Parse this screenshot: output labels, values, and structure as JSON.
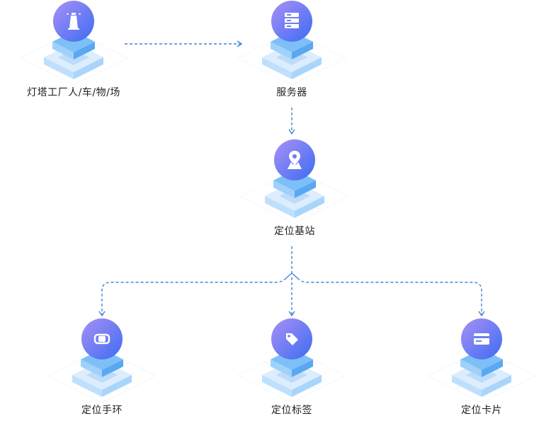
{
  "nodes": {
    "lighthouse": {
      "label": "灯塔工厂人/车/物/场",
      "icon": "lighthouse-icon"
    },
    "server": {
      "label": "服务器",
      "icon": "server-icon"
    },
    "base_station": {
      "label": "定位基站",
      "icon": "location-pin-icon"
    },
    "wristband": {
      "label": "定位手环",
      "icon": "wristband-icon"
    },
    "tag": {
      "label": "定位标签",
      "icon": "tag-icon"
    },
    "card": {
      "label": "定位卡片",
      "icon": "card-icon"
    }
  },
  "colors": {
    "circle_start": "#9e8cf5",
    "circle_end": "#3d6cf2",
    "platform_top": "#5aa7f2",
    "platform_side": "#a9d5fb",
    "platform_light": "#dcedfd",
    "connector": "#3d86d8"
  }
}
